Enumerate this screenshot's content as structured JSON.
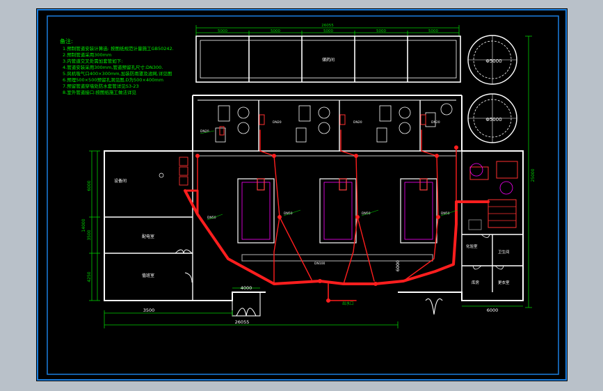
{
  "notes": {
    "title": "备注:",
    "lines": [
      "1.预制管道安装计算选:  按图纸规范计量施工GB50242.",
      "2.预制管道采用300mm",
      "3.内管道交叉处需加套管如下:",
      "4.管道安装采用300mm,管道预留孔尺寸:DN300.",
      "5.风机吸气口400×300mm,加装防雨罩及滤网,详见图",
      "6.预埋500×500预留孔洞见图,D为500×400mm",
      "7.预留管道穿墙处防水套管详见S3-23",
      "8.室外管道接口:按图纸施工做法详见"
    ]
  },
  "dimensions": {
    "top_total": "26055",
    "top_segs": [
      "5000",
      "5000",
      "5000",
      "5000",
      "5000"
    ],
    "right_total": "25000",
    "left_a": "6000",
    "left_b": "14000",
    "left_c": "3500",
    "left_d": "4250",
    "bottom_door": "4000",
    "bottom_left": "3500",
    "bottom_total": "26055",
    "bottom_right": "6000",
    "inner_right": "6000"
  },
  "rooms": {
    "top_storage": "储药间",
    "left_upper": "设备间",
    "left_mid": "配电室",
    "left_lower": "值班室",
    "right_a": "化验室",
    "right_b": "卫生间",
    "right_c": "库房",
    "right_d": "更衣室",
    "outlet": "出水口",
    "pipe_main": "DN100"
  },
  "tanks": {
    "top": "Φ5000",
    "bottom": "Φ5000"
  },
  "pipe_labels": {
    "feed": "DN20",
    "main": "DN50"
  },
  "colors": {
    "frame": "#0e66c6",
    "wall": "#ffffff",
    "pipe": "#ff1e1e",
    "dim": "#00d000",
    "notes": "#00ee00",
    "panel": "#00ffff"
  }
}
